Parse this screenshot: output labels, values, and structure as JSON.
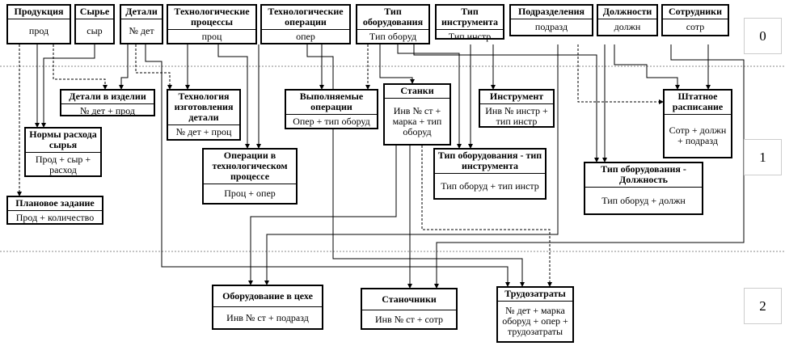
{
  "levels": [
    "0",
    "1",
    "2"
  ],
  "entities": {
    "produkciya": {
      "name": "Продукция",
      "key": "прод"
    },
    "syre": {
      "name": "Сырье",
      "key": "сыр"
    },
    "detali": {
      "name": "Детали",
      "key": "№ дет"
    },
    "tehproc": {
      "name": "Технологические процессы",
      "key": "проц"
    },
    "tehoper": {
      "name": "Технологические операции",
      "key": "опер"
    },
    "tipobor": {
      "name": "Тип оборудования",
      "key": "Тип оборуд"
    },
    "tipinstr": {
      "name": "Тип инструмента",
      "key": "Тип инстр"
    },
    "podrazd": {
      "name": "Подразделения",
      "key": "подразд"
    },
    "dolzhn": {
      "name": "Должности",
      "key": "должн"
    },
    "sotr": {
      "name": "Сотрудники",
      "key": "сотр"
    },
    "detizd": {
      "name": "Детали в изделии",
      "key": "№ дет + прод"
    },
    "normy": {
      "name": "Нормы расхода сырья",
      "key": "Прод + сыр + расход"
    },
    "plan": {
      "name": "Плановое задание",
      "key": "Прод + количество"
    },
    "tehizg": {
      "name": "Технология изготовления детали",
      "key": "№ дет + проц"
    },
    "operproc": {
      "name": "Операции в технологическом процессе",
      "key": "Проц + опер"
    },
    "vypoper": {
      "name": "Выполняемые операции",
      "key": "Опер + тип оборуд"
    },
    "stanki": {
      "name": "Станки",
      "key": "Инв № ст + марка + тип оборуд"
    },
    "instr": {
      "name": "Инструмент",
      "key": "Инв № инстр + тип инстр"
    },
    "tobti": {
      "name": "Тип оборудования - тип инструмента",
      "key": "Тип оборуд + тип инстр"
    },
    "shtat": {
      "name": "Штатное расписание",
      "key": "Сотр + должн + подразд"
    },
    "tobdol": {
      "name": "Тип оборудования - Должность",
      "key": "Тип оборуд + должн"
    },
    "oborceh": {
      "name": "Оборудование в цехе",
      "key": "Инв № ст + подразд"
    },
    "stanoch": {
      "name": "Станочники",
      "key": "Инв № ст + сотр"
    },
    "trud": {
      "name": "Трудозатраты",
      "key": "№ дет + марка оборуд + опер + трудозатраты"
    }
  }
}
